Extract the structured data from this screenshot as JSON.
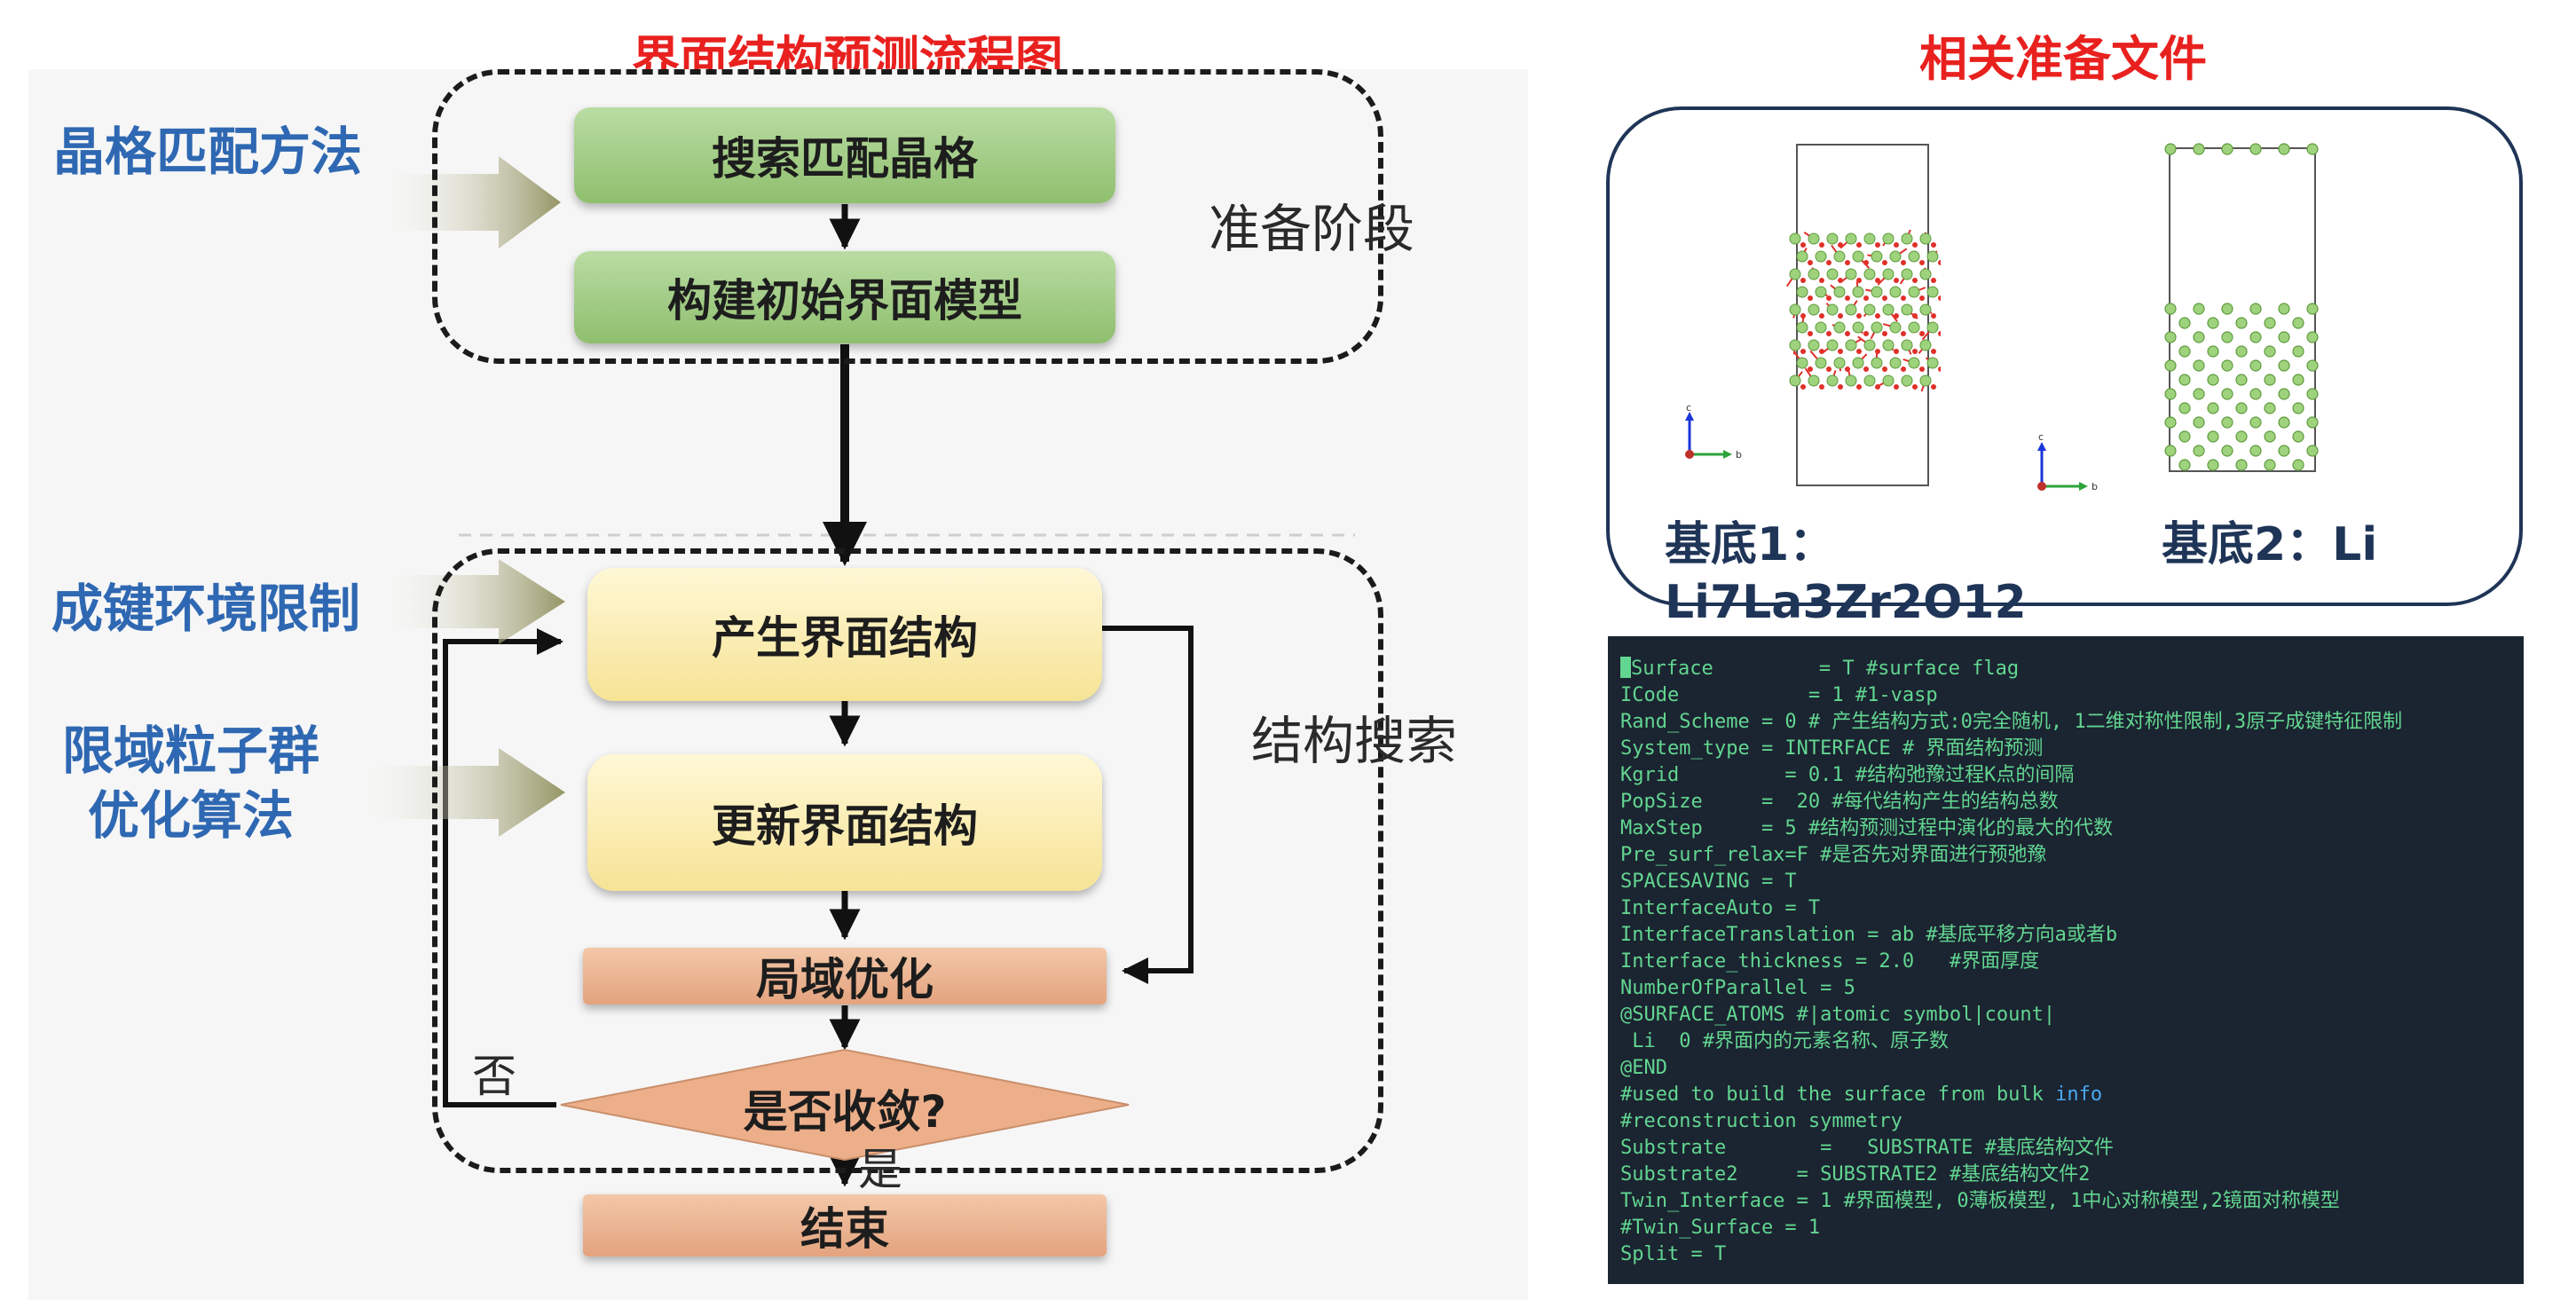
{
  "flow_title": "界面结构预测流程图",
  "files_title": "相关准备文件",
  "flowchart": {
    "stage_prep": "准备阶段",
    "stage_search": "结构搜索",
    "box_search_lattice": "搜索匹配晶格",
    "box_build_model": "构建初始界面模型",
    "box_generate": "产生界面结构",
    "box_update": "更新界面结构",
    "box_local_opt": "局域优化",
    "decision": "是否收敛?",
    "box_end": "结束",
    "label_no": "否",
    "label_yes": "是"
  },
  "methods": {
    "lattice_match": "晶格匹配方法",
    "bond_env": "成键环境限制",
    "pso_line1": "限域粒子群",
    "pso_line2": "优化算法"
  },
  "files": {
    "substrate1_line1": "基底1：",
    "substrate1_line2": "Li7La3Zr2O12",
    "substrate2": "基底2：Li",
    "axis_c": "c",
    "axis_b": "b"
  },
  "colors": {
    "title": "#e8211f",
    "method_text": "#2f68b2",
    "box_green": "#a6cf8a",
    "box_yellow": "#f8e9a8",
    "box_orange": "#eab08f",
    "code_bg": "#1b2431",
    "code_text": "#62d690",
    "panel_border": "#1f3557",
    "atom_li": "#9fd27c",
    "atom_o": "#e0302a"
  },
  "code": {
    "lines": [
      "Surface         = T #surface flag",
      "ICode           = 1 #1-vasp",
      "Rand_Scheme = 0 # 产生结构方式:0完全随机, 1二维对称性限制,3原子成键特征限制",
      "System_type = INTERFACE # 界面结构预测",
      "Kgrid         = 0.1 #结构弛豫过程K点的间隔",
      "PopSize     =  20 #每代结构产生的结构总数",
      "MaxStep     = 5 #结构预测过程中演化的最大的代数",
      "Pre_surf_relax=F #是否先对界面进行预弛豫",
      "SPACESAVING = T",
      "InterfaceAuto = T",
      "InterfaceTranslation = ab #基底平移方向a或者b",
      "Interface_thickness = 2.0   #界面厚度",
      "NumberOfParallel = 5",
      "@SURFACE_ATOMS #|atomic symbol|count|",
      " Li  0 #界面内的元素名称、原子数",
      "@END",
      "#used to build the surface from bulk ",
      "#reconstruction symmetry",
      "Substrate        =   SUBSTRATE #基底结构文件",
      "Substrate2     = SUBSTRATE2 #基底结构文件2",
      "Twin_Interface = 1 #界面模型, 0薄板模型, 1中心对称模型,2镜面对称模型",
      "#Twin_Surface = 1",
      "Split = T"
    ],
    "keyword_info": "info"
  }
}
